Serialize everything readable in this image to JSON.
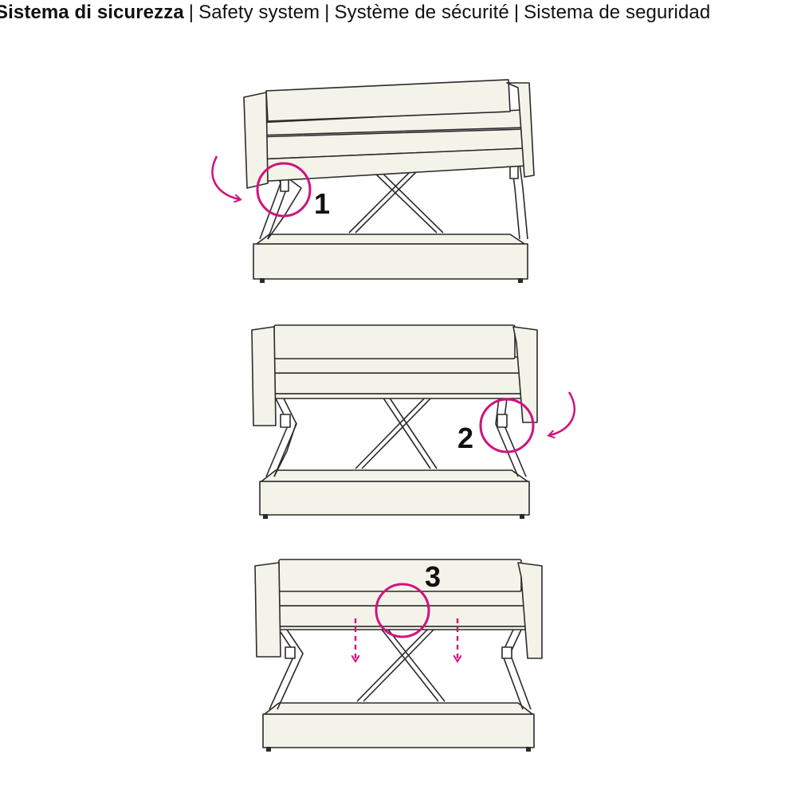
{
  "title": {
    "bold": "Sistema di sicurezza",
    "rest": [
      "Safety system",
      "Système de sécurité",
      "Sistema de seguridad"
    ],
    "separator": "|"
  },
  "steps": [
    {
      "number": "1",
      "direction": "left"
    },
    {
      "number": "2",
      "direction": "right"
    },
    {
      "number": "3",
      "direction": "center"
    }
  ],
  "colors": {
    "highlight": "#d1127e",
    "line": "#2b2b2b",
    "fill": "#f3f3ea"
  }
}
